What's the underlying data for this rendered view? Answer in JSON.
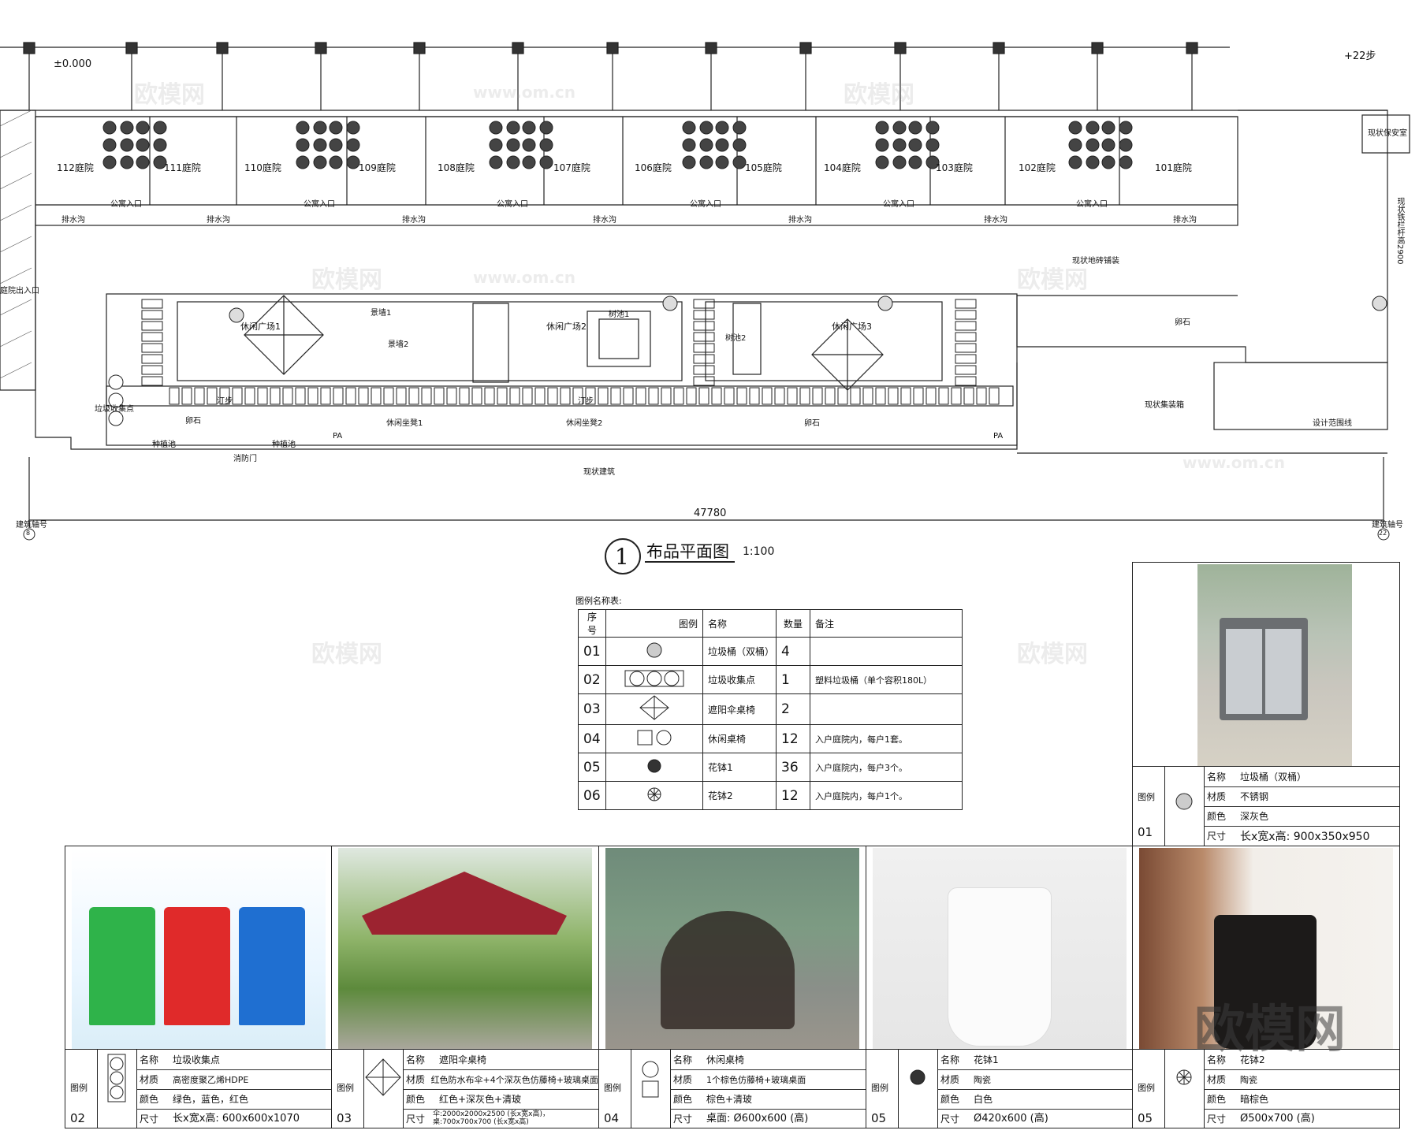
{
  "plan": {
    "elevation": "±0.000",
    "top_right": "+22步",
    "guard_room": "现状保安室",
    "courtyards": [
      "112庭院",
      "111庭院",
      "110庭院",
      "109庭院",
      "108庭院",
      "107庭院",
      "106庭院",
      "105庭院",
      "104庭院",
      "103庭院",
      "102庭院",
      "101庭院"
    ],
    "entry": "公寓入口",
    "drain": "排水沟",
    "existing_paving": "现状地砖铺装",
    "existing_rail": "现状铁栏杆高2900",
    "courtyard_exit": "庭院出入口",
    "plaza1": "休闲广场1",
    "plaza2": "休闲广场2",
    "plaza3": "休闲广场3",
    "wall1": "景墙1",
    "wall2": "景墙2",
    "pebble": "卵石",
    "stepping": "汀步",
    "pool1": "树池1",
    "pool2": "树池2",
    "seat1": "休闲坐凳1",
    "seat2": "休闲坐凳2",
    "planting": "种植池",
    "garbage_point": "垃圾收集点",
    "fire_door": "消防门",
    "existing_building": "现状建筑",
    "existing_wall": "现状集装箱",
    "design_line": "设计范围线",
    "pa": "PA",
    "dimension": "47780",
    "axis_left": "建筑轴号",
    "axis_right": "建筑轴号",
    "axis_left_num": "8",
    "axis_right_num": "22",
    "title_num": "1",
    "title": "布品平面图",
    "scale": "1:100"
  },
  "legend": {
    "caption": "图例名称表:",
    "headers": [
      "序号",
      "图例",
      "名称",
      "数量",
      "备注"
    ],
    "rows": [
      {
        "no": "01",
        "name": "垃圾桶（双桶）",
        "qty": "4",
        "note": ""
      },
      {
        "no": "02",
        "name": "垃圾收集点",
        "qty": "1",
        "note": "塑料垃圾桶（单个容积180L）"
      },
      {
        "no": "03",
        "name": "遮阳伞桌椅",
        "qty": "2",
        "note": ""
      },
      {
        "no": "04",
        "name": "休闲桌椅",
        "qty": "12",
        "note": "入户庭院内，每户1套。"
      },
      {
        "no": "05",
        "name": "花钵1",
        "qty": "36",
        "note": "入户庭院内，每户3个。"
      },
      {
        "no": "06",
        "name": "花钵2",
        "qty": "12",
        "note": "入户庭院内，每户1个。"
      }
    ]
  },
  "cards": [
    {
      "id": "01",
      "label": "图例",
      "name_k": "名称",
      "name": "垃圾桶（双桶）",
      "mat_k": "材质",
      "mat": "不锈钢",
      "col_k": "颜色",
      "col": "深灰色",
      "size_k": "尺寸",
      "size": "长x宽x高: 900x350x950"
    },
    {
      "id": "02",
      "label": "图例",
      "name_k": "名称",
      "name": "垃圾收集点",
      "mat_k": "材质",
      "mat": "高密度聚乙烯HDPE",
      "col_k": "颜色",
      "col": "绿色，蓝色，红色",
      "size_k": "尺寸",
      "size": "长x宽x高: 600x600x1070"
    },
    {
      "id": "03",
      "label": "图例",
      "name_k": "名称",
      "name": "遮阳伞桌椅",
      "mat_k": "材质",
      "mat": "红色防水布伞+4个深灰色仿藤椅+玻璃桌面",
      "col_k": "颜色",
      "col": "红色+深灰色+清玻",
      "size_k": "尺寸",
      "size": "伞:2000x2000x2500 (长x宽x高)，桌:700x700x700 (长x宽x高)"
    },
    {
      "id": "04",
      "label": "图例",
      "name_k": "名称",
      "name": "休闲桌椅",
      "mat_k": "材质",
      "mat": "1个棕色仿藤椅+玻璃桌面",
      "col_k": "颜色",
      "col": "棕色+清玻",
      "size_k": "尺寸",
      "size": "桌面: Ø600x600 (高)"
    },
    {
      "id": "05",
      "label": "图例",
      "name_k": "名称",
      "name": "花钵1",
      "mat_k": "材质",
      "mat": "陶瓷",
      "col_k": "颜色",
      "col": "白色",
      "size_k": "尺寸",
      "size": "Ø420x600 (高)"
    },
    {
      "id": "05",
      "label": "图例",
      "name_k": "名称",
      "name": "花钵2",
      "mat_k": "材质",
      "mat": "陶瓷",
      "col_k": "颜色",
      "col": "暗棕色",
      "size_k": "尺寸",
      "size": "Ø500x700 (高)"
    }
  ],
  "watermark": "欧模网",
  "watermark_url": "www.om.cn",
  "colors": {
    "line": "#222222",
    "bin_green": "#2fb34a",
    "bin_red": "#e02a2a",
    "bin_blue": "#1f6fd1",
    "umbrella": "#9c2330"
  }
}
